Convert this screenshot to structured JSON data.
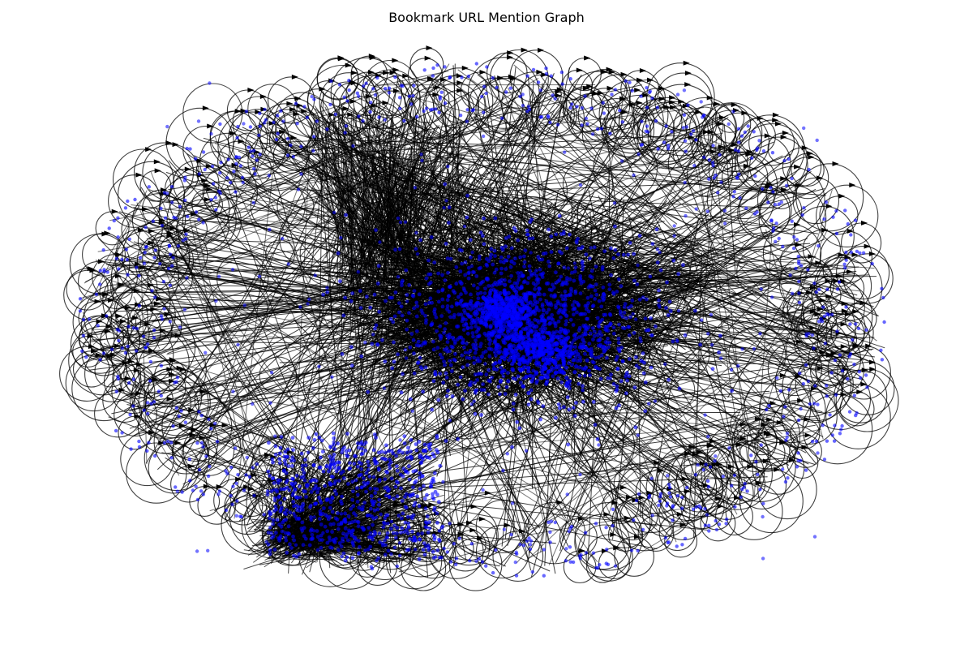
{
  "figure": {
    "title": "Bookmark URL Mention Graph"
  },
  "graph": {
    "node_color": "#0000ff",
    "edge_color": "#000000",
    "directed": true,
    "self_loops": true,
    "node_count_estimate": 2500,
    "clusters": [
      {
        "name": "central-cluster",
        "density": "very-dense"
      },
      {
        "name": "lower-left-cluster",
        "density": "dense"
      }
    ]
  }
}
